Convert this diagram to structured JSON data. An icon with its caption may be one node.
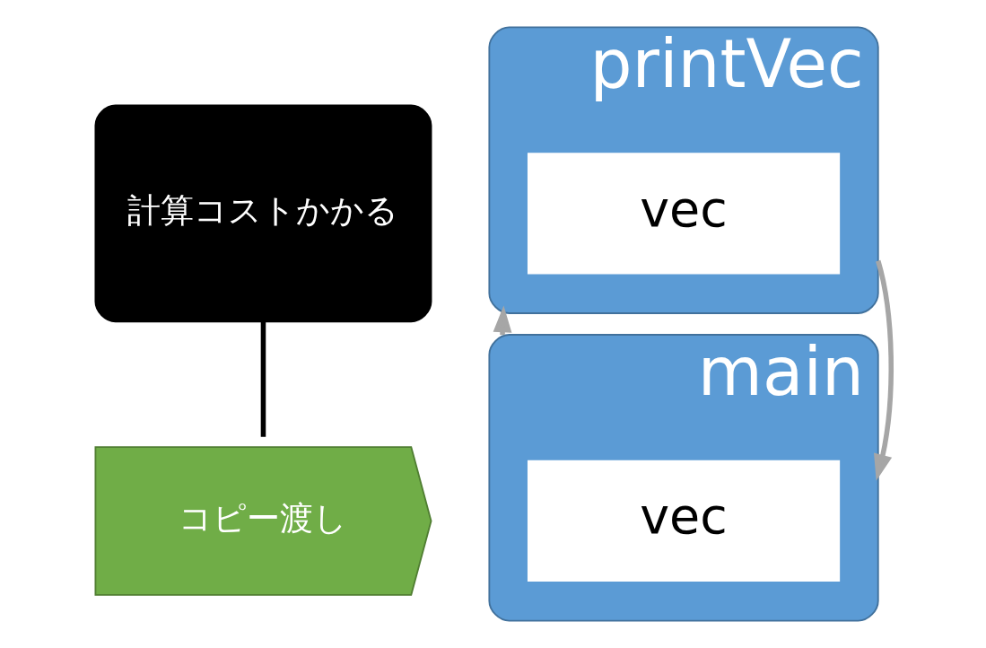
{
  "diagram": {
    "nodes": [
      {
        "text": [
          "printVec"
        ]
      },
      {
        "text": [
          "vec"
        ],
        "in": 0
      },
      {
        "text": [
          "main"
        ]
      },
      {
        "text": [
          "vec"
        ],
        "in": 2
      },
      {
        "text": [
          "コピー渡し"
        ]
      },
      {
        "text": [
          "計算コストかかる"
        ]
      }
    ],
    "edges": [
      {
        "from": 0,
        "to": 2,
        "arrow": "to"
      },
      {
        "from": 2,
        "to": 0,
        "arrow": "to"
      },
      {
        "from": 5,
        "to": 4,
        "arrow": "none",
        "color": "#000000"
      }
    ]
  }
}
